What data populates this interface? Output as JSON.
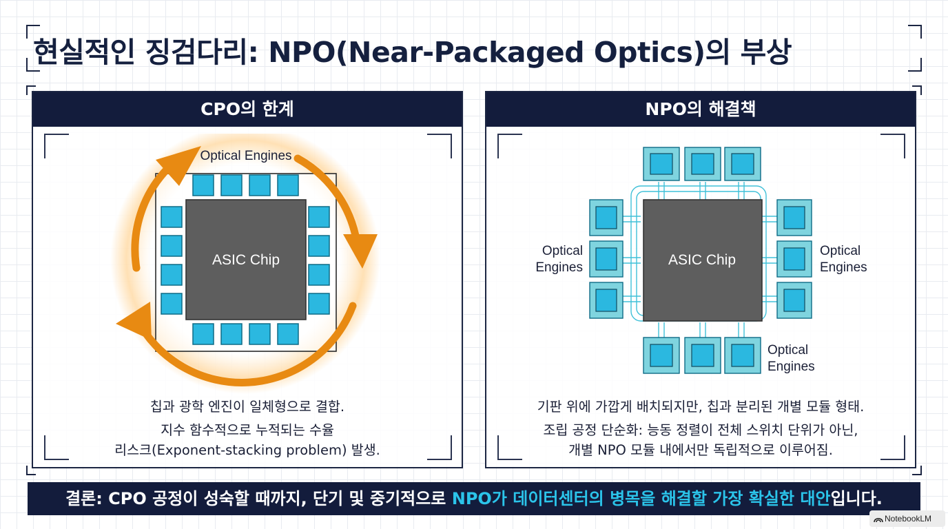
{
  "title": "현실적인 징검다리: NPO(Near-Packaged Optics)의 부상",
  "left_panel": {
    "header": "CPO의 한계",
    "diagram": {
      "chip_label": "ASIC Chip",
      "optics_label": "Optical Engines"
    },
    "caption_lines": [
      "칩과 광학 엔진이 일체형으로 결합.",
      "지수 함수적으로 누적되는 수율",
      "리스크(Exponent-stacking problem) 발생."
    ]
  },
  "right_panel": {
    "header": "NPO의 해결책",
    "diagram": {
      "chip_label": "ASIC Chip",
      "optics_left": [
        "Optical",
        "Engines"
      ],
      "optics_right": [
        "Optical",
        "Engines"
      ],
      "optics_bottom": [
        "Optical",
        "Engines"
      ]
    },
    "caption_lines": [
      "기판 위에 가깝게 배치되지만, 칩과 분리된 개별 모듈 형태.",
      "조립 공정 단순화: 능동 정렬이 전체 스위치 단위가 아닌,",
      "개별 NPO 모듈 내에서만 독립적으로 이루어짐."
    ]
  },
  "conclusion": {
    "prefix": "결론: CPO 공정이 성숙할 때까지, 단기 및 중기적으로 ",
    "highlight": "NPO가 데이터센터의 병목을 해결할 가장 확실한 대안",
    "suffix": "입니다."
  },
  "watermark": "NotebookLM",
  "colors": {
    "navy": "#131c3c",
    "chip": "#5e5e5e",
    "engine": "#2bb8e0",
    "engine_npo_outer": "#7fd4df",
    "arrow": "#e88a12",
    "highlight": "#2bc4ea"
  }
}
